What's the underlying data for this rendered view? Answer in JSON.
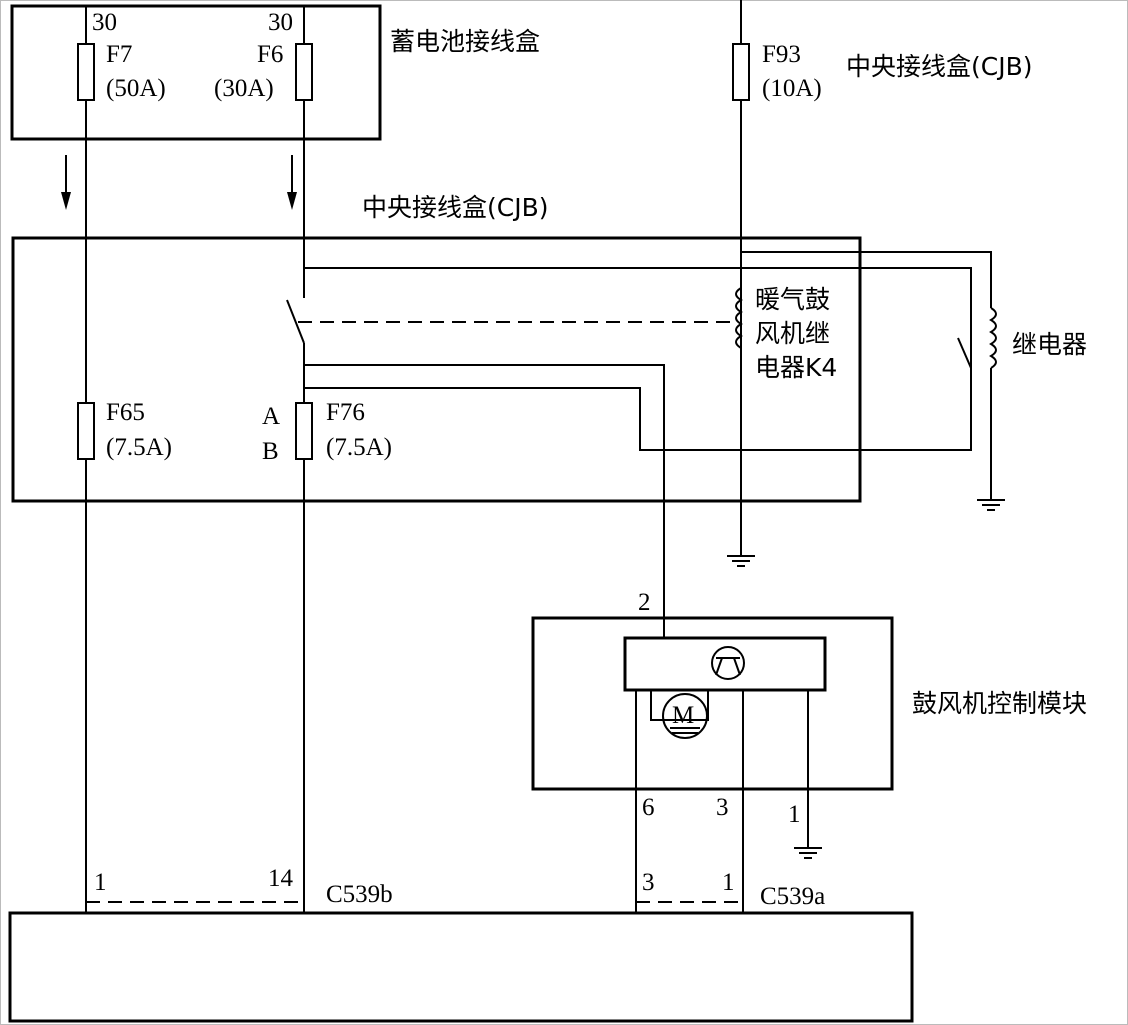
{
  "battery_junction_box": {
    "title": "蓄电池接线盒",
    "f7": {
      "terminal": "30",
      "name": "F7",
      "rating": "(50A)"
    },
    "f6": {
      "terminal": "30",
      "name": "F6",
      "rating": "(30A)"
    }
  },
  "cjb_top": {
    "label": "中央接线盒(CJB)",
    "f93": {
      "name": "F93",
      "rating": "(10A)"
    }
  },
  "cjb_main": {
    "title": "中央接线盒(CJB)",
    "f65": {
      "name": "F65",
      "rating": "(7.5A)"
    },
    "f76": {
      "name": "F76",
      "rating": "(7.5A)",
      "pin_a": "A",
      "pin_b": "B"
    },
    "k4_line1": "暖气鼓",
    "k4_line2": "风机继",
    "k4_line3": "电器K4"
  },
  "relay": {
    "label": "继电器"
  },
  "blower_module": {
    "title": "鼓风机控制模块",
    "pin_top": "2",
    "pin_6": "6",
    "pin_3": "3",
    "pin_1": "1",
    "motor": "M"
  },
  "connectors": {
    "c539b": {
      "name": "C539b",
      "pin_left": "1",
      "pin_right": "14"
    },
    "c539a": {
      "name": "C539a",
      "pin_left": "3",
      "pin_right": "1"
    }
  }
}
